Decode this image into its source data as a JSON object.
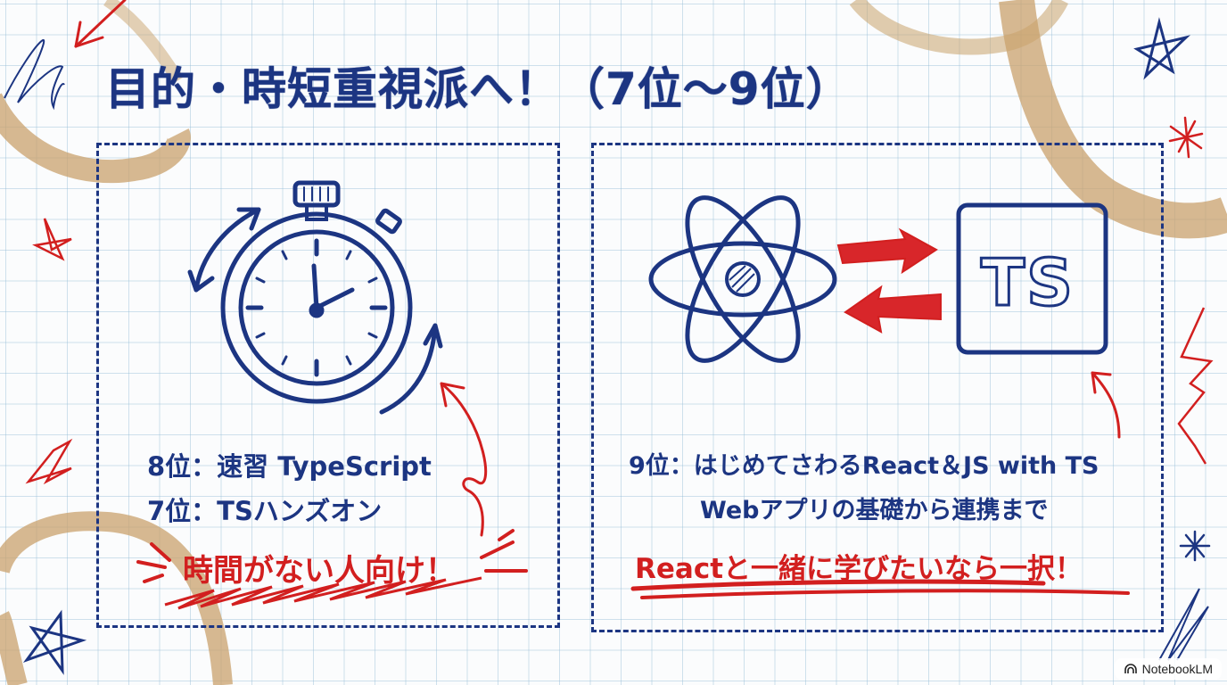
{
  "slide": {
    "title": "目的・時短重視派へ！（7位〜9位）",
    "colors": {
      "ink_blue": "#1c3582",
      "ink_red": "#d21f1f",
      "coffee_stain": "#c8a06a",
      "grid": "#9fc6dc",
      "paper": "#fbfcfd"
    }
  },
  "left_panel": {
    "illustration": "stopwatch-icon",
    "ranks": [
      {
        "rank": "8位",
        "separator": "：",
        "title": "速習 TypeScript",
        "text": "8位：速習 TypeScript"
      },
      {
        "rank": "7位",
        "separator": "：",
        "title": "TSハンズオン",
        "text": "7位：TSハンズオン"
      }
    ],
    "callout": "時間がない人向け！"
  },
  "right_panel": {
    "illustration_left": "react-atom-icon",
    "illustration_right": "typescript-ts-icon",
    "ts_label": "TS",
    "ranks": [
      {
        "rank": "9位",
        "separator": "：",
        "title": "はじめてさわるReact＆JS with TS",
        "text": "9位：はじめてさわるReact＆JS with TS"
      }
    ],
    "subtitle": "Webアプリの基礎から連携まで",
    "callout": "Reactと一緒に学びたいなら一択！"
  },
  "watermark": {
    "label": "NotebookLM",
    "icon": "notebooklm-icon"
  }
}
